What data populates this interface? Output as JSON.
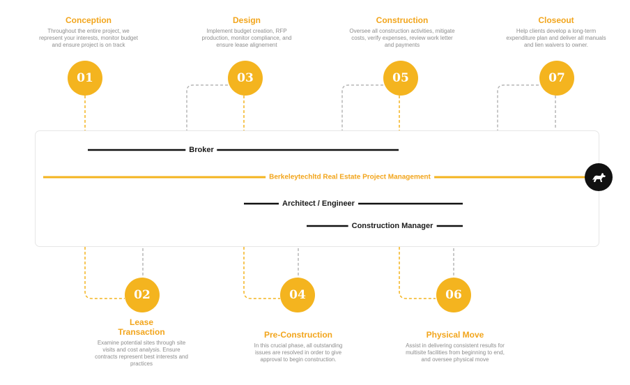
{
  "colors": {
    "accent": "#f4b41f",
    "accent_text": "#f2a51c",
    "dark": "#111111",
    "gray": "#9a9a9a"
  },
  "phases": [
    {
      "num": "01",
      "title": "Conception",
      "desc": "Throughout the entire project, we represent your interests, monitor budget and ensure project is on track"
    },
    {
      "num": "02",
      "title": "Lease Transaction",
      "desc": "Examine potential sites through site visits and cost analysis. Ensure contracts represent best interests and practices"
    },
    {
      "num": "03",
      "title": "Design",
      "desc": "Implement budget creation, RFP production, monitor compliance, and ensure lease alignement"
    },
    {
      "num": "04",
      "title": "Pre-Construction",
      "desc": "In this crucial phase, all outstanding issues are resolved in order to give approval to begin construction."
    },
    {
      "num": "05",
      "title": "Construction",
      "desc": "Oversee all construction activities, mitigate costs, verify expenses, review work letter and payments"
    },
    {
      "num": "06",
      "title": "Physical Move",
      "desc": "Assist in delivering consistent results for multisite facilities from beginning to end, and oversee physical move"
    },
    {
      "num": "07",
      "title": "Closeout",
      "desc": "Help clients develop a long-term expenditure plan and deliver all manuals and lien waivers to owner."
    }
  ],
  "roles": {
    "broker": "Broker",
    "pm": "Berkeleytechltd Real Estate Project Management",
    "architect": "Architect / Engineer",
    "cm": "Construction Manager"
  },
  "logo_icon": "dog-icon"
}
